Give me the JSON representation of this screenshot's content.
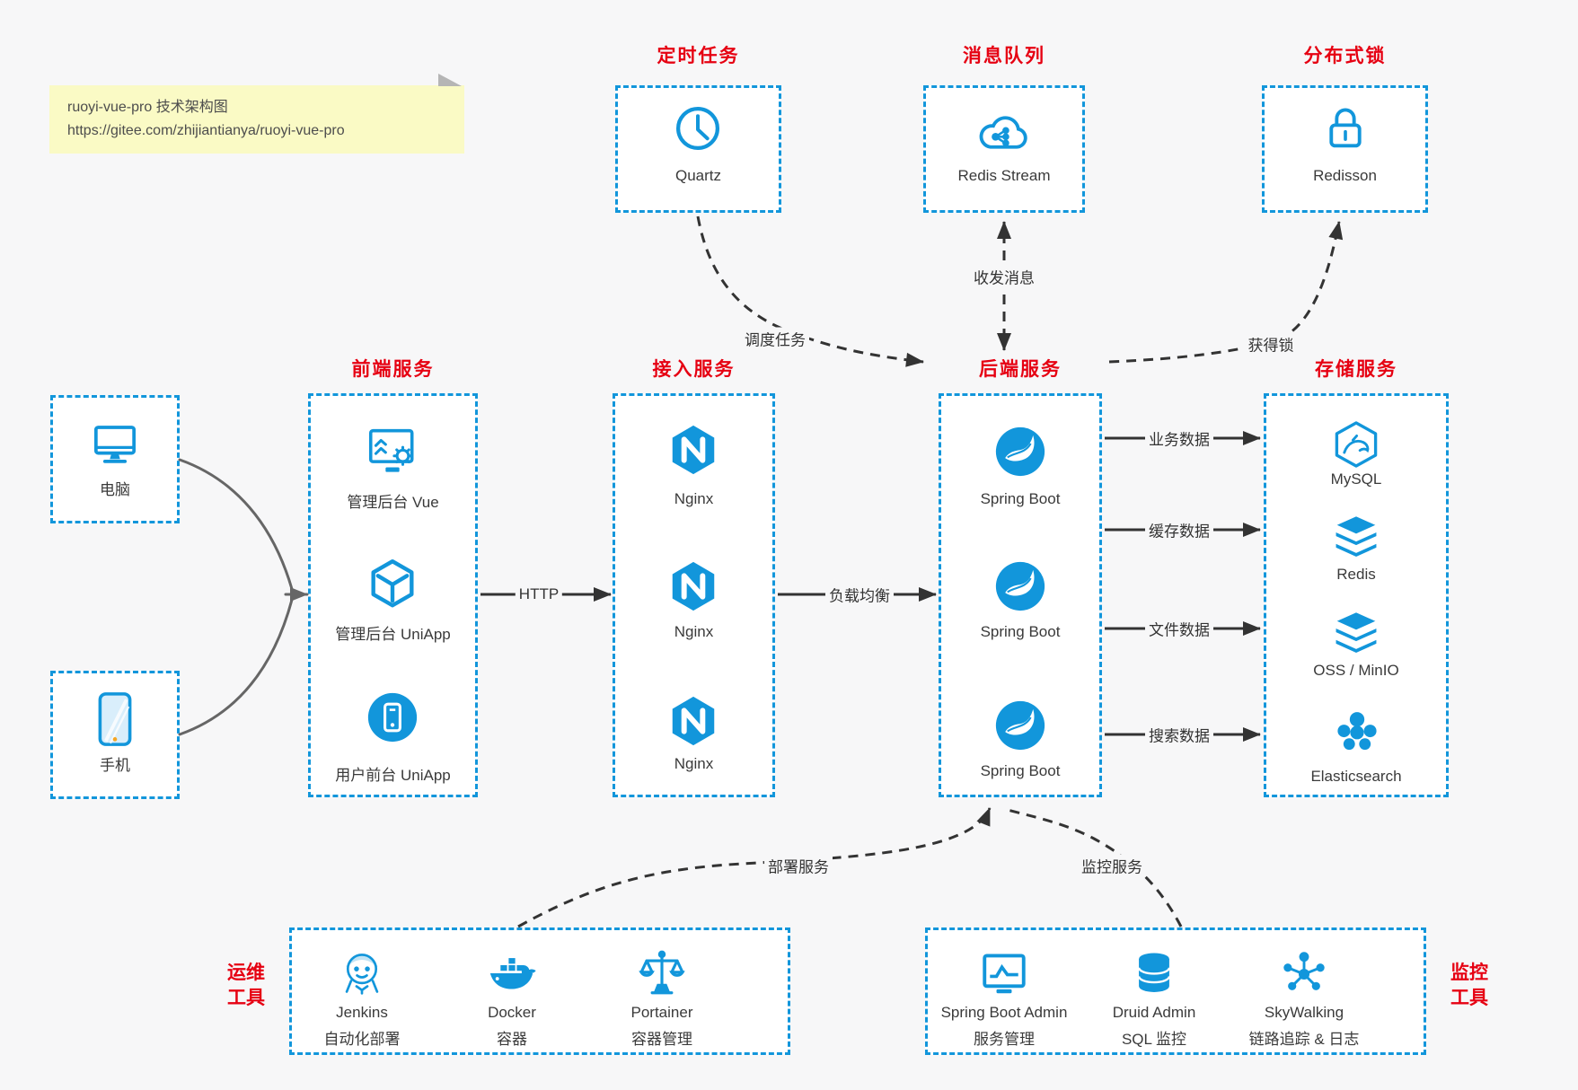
{
  "colors": {
    "accent": "#1296db",
    "title_red": "#e60012",
    "line_dark": "#333333",
    "line_gray": "#666666",
    "background": "#f7f7f8",
    "note_bg": "#fafac5"
  },
  "note": {
    "line1": "ruoyi-vue-pro 技术架构图",
    "line2": "https://gitee.com/zhijiantianya/ruoyi-vue-pro"
  },
  "top_groups": [
    {
      "title": "定时任务",
      "icon": "clock-icon",
      "label": "Quartz"
    },
    {
      "title": "消息队列",
      "icon": "redis-stream-cloud-icon",
      "label": "Redis Stream"
    },
    {
      "title": "分布式锁",
      "icon": "lock-icon",
      "label": "Redisson"
    }
  ],
  "clients": [
    {
      "icon": "desktop-icon",
      "label": "电脑"
    },
    {
      "icon": "mobile-icon",
      "label": "手机"
    }
  ],
  "columns": [
    {
      "title": "前端服务",
      "items": [
        {
          "icon": "admin-vue-icon",
          "label": "管理后台 Vue"
        },
        {
          "icon": "uniapp-cube-icon",
          "label": "管理后台 UniApp"
        },
        {
          "icon": "user-mobile-icon",
          "label": "用户前台 UniApp"
        }
      ]
    },
    {
      "title": "接入服务",
      "items": [
        {
          "icon": "nginx-icon",
          "label": "Nginx"
        },
        {
          "icon": "nginx-icon",
          "label": "Nginx"
        },
        {
          "icon": "nginx-icon",
          "label": "Nginx"
        }
      ]
    },
    {
      "title": "后端服务",
      "items": [
        {
          "icon": "spring-boot-icon",
          "label": "Spring Boot"
        },
        {
          "icon": "spring-boot-icon",
          "label": "Spring Boot"
        },
        {
          "icon": "spring-boot-icon",
          "label": "Spring Boot"
        }
      ]
    },
    {
      "title": "存储服务",
      "items": [
        {
          "icon": "mysql-icon",
          "label": "MySQL"
        },
        {
          "icon": "redis-stack-icon",
          "label": "Redis"
        },
        {
          "icon": "oss-stack-icon",
          "label": "OSS / MinIO"
        },
        {
          "icon": "elasticsearch-icon",
          "label": "Elasticsearch"
        }
      ]
    }
  ],
  "bottom_groups": [
    {
      "title_line1": "运维",
      "title_line2": "工具",
      "items": [
        {
          "icon": "jenkins-icon",
          "label": "Jenkins",
          "sublabel": "自动化部署"
        },
        {
          "icon": "docker-icon",
          "label": "Docker",
          "sublabel": "容器"
        },
        {
          "icon": "portainer-icon",
          "label": "Portainer",
          "sublabel": "容器管理"
        }
      ]
    },
    {
      "title_line1": "监控",
      "title_line2": "工具",
      "items": [
        {
          "icon": "spring-boot-admin-icon",
          "label": "Spring Boot Admin",
          "sublabel": "服务管理"
        },
        {
          "icon": "druid-icon",
          "label": "Druid Admin",
          "sublabel": "SQL 监控"
        },
        {
          "icon": "skywalking-icon",
          "label": "SkyWalking",
          "sublabel": "链路追踪 & 日志"
        }
      ]
    }
  ],
  "edge_labels": {
    "schedule": "调度任务",
    "messaging": "收发消息",
    "lock": "获得锁",
    "http": "HTTP",
    "load_balance": "负载均衡",
    "business_data": "业务数据",
    "cache_data": "缓存数据",
    "file_data": "文件数据",
    "search_data": "搜索数据",
    "deploy": "部署服务",
    "monitor": "监控服务"
  }
}
